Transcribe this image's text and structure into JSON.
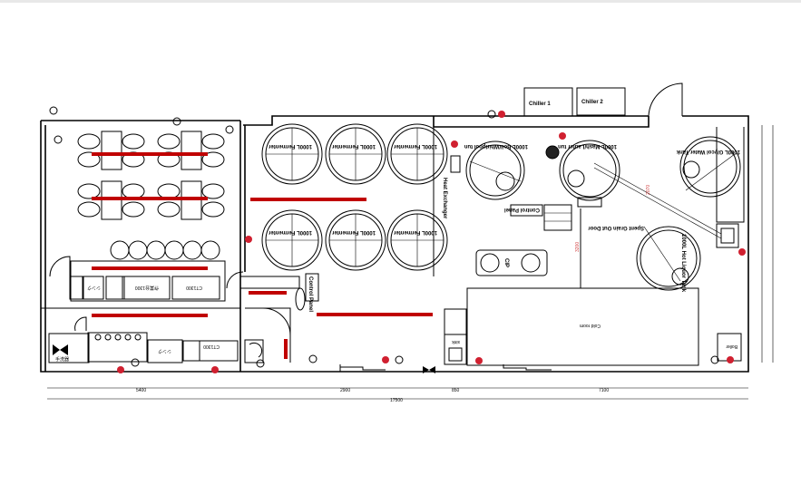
{
  "plan": {
    "equipment": {
      "chiller_1": "Chiller 1",
      "chiller_2": "Chiller 2",
      "fermenter": "1000L Fermenter",
      "whirlpool": "1000L Boil/Whirlpool tun",
      "mash_tun": "1000L Mash/Lauter tun",
      "glycol_tank": "1000L Glycol Water Tank",
      "hot_liquor_tank": "1000L Hot Liquor Tank",
      "heat_exchanger": "Heat Exchanger",
      "control_panel": "Control Panel",
      "control_panel_2": "Control Panel",
      "spent_grain_door": "Spent Grain Out Door",
      "cip": "CIP",
      "cold_room": "Cold room",
      "boiler": "Boiler",
      "sink": "sink",
      "ct1300": "CT1300",
      "worktable": "作業台1300",
      "sink_jp": "シンク",
      "ct1300_b": "CT1300",
      "hand_sink": "手洗器"
    },
    "dimensions": {
      "d1": "5400",
      "d2": "2900",
      "d3": "850",
      "d4": "7100",
      "total": "17500",
      "red_a": "3200",
      "red_b": "2070"
    },
    "colors": {
      "accent": "#c00000"
    }
  }
}
